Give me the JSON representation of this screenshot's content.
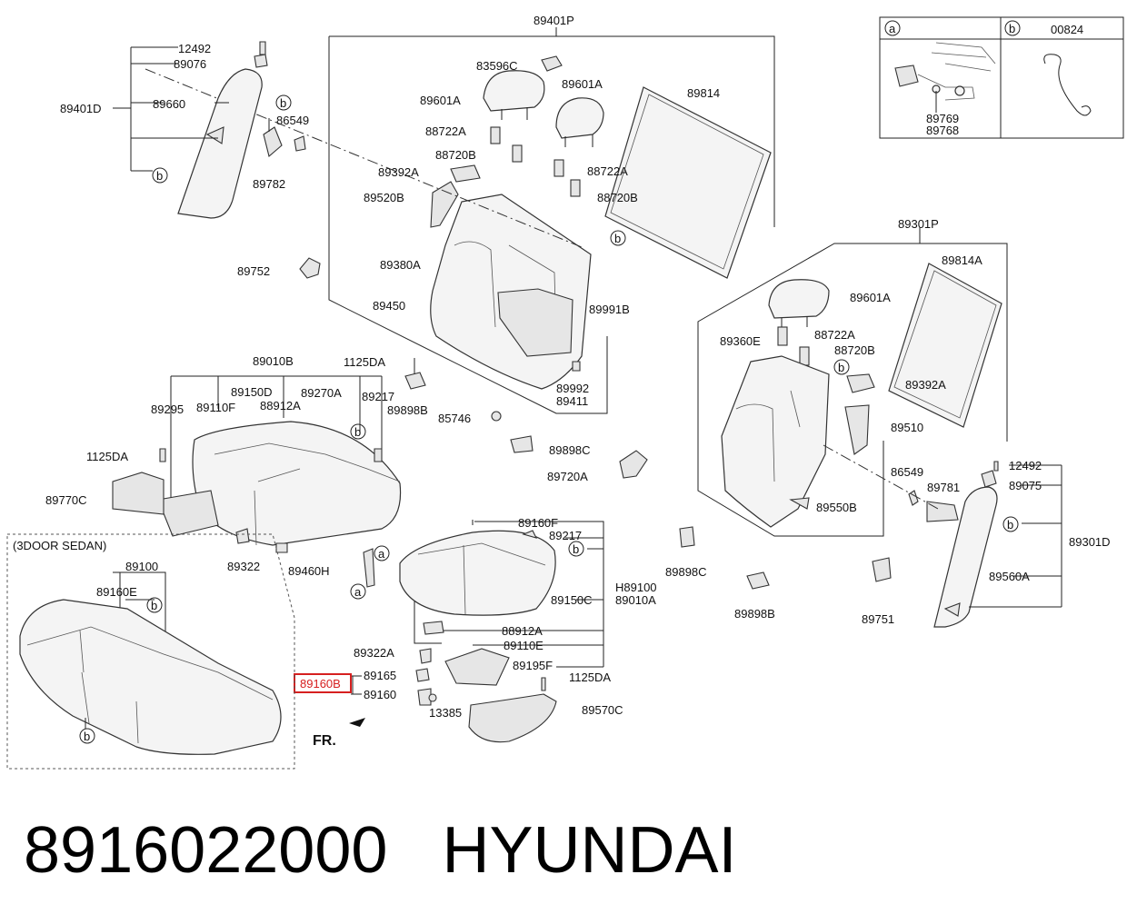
{
  "title": "8916022000   HYUNDAI",
  "highlight_color": "#d62020",
  "labels": {
    "89401P": "89401P",
    "89401D": "89401D",
    "12492_l": "12492",
    "89076": "89076",
    "89660": "89660",
    "86549_l": "86549",
    "89782": "89782",
    "89752": "89752",
    "83596C": "83596C",
    "89601A_1": "89601A",
    "89601A_2": "89601A",
    "89601A_3": "89601A",
    "89814": "89814",
    "88722A_1": "88722A",
    "88720B_1": "88720B",
    "88722A_2": "88722A",
    "88720B_2": "88720B",
    "89392A_1": "89392A",
    "89520B": "89520B",
    "89380A": "89380A",
    "89450": "89450",
    "89991B": "89991B",
    "89992": "89992",
    "89411": "89411",
    "85746": "85746",
    "89010B": "89010B",
    "1125DA_1": "1125DA",
    "89295": "89295",
    "89110F": "89110F",
    "89150D": "89150D",
    "88912A_1": "88912A",
    "89270A": "89270A",
    "89217_1": "89217",
    "89898B_1": "89898B",
    "1125DA_2": "1125DA",
    "89770C": "89770C",
    "89322_1": "89322",
    "89460H": "89460H",
    "89898C_1": "89898C",
    "89720A": "89720A",
    "89301P": "89301P",
    "89814A": "89814A",
    "89360E": "89360E",
    "88722A_3": "88722A",
    "88720B_3": "88720B",
    "89392A_2": "89392A",
    "89510": "89510",
    "89550B": "89550B",
    "86549_r": "86549",
    "89781": "89781",
    "12492_r": "12492",
    "89075": "89075",
    "89301D": "89301D",
    "89560A": "89560A",
    "89751": "89751",
    "89898C_2": "89898C",
    "89898B_2": "89898B",
    "89160F": "89160F",
    "89217_2": "89217",
    "H89100": "H89100",
    "89010A": "89010A",
    "89150C": "89150C",
    "88912A_2": "88912A",
    "89110E": "89110E",
    "89322A": "89322A",
    "89195F": "89195F",
    "89165": "89165",
    "89160B": "89160B",
    "89160": "89160",
    "13385": "13385",
    "1125DA_3": "1125DA",
    "89570C": "89570C",
    "3DOOR": "(3DOOR SEDAN)",
    "89100": "89100",
    "89160E": "89160E",
    "FR": "FR.",
    "00824": "00824",
    "89769": "89769",
    "89768": "89768"
  },
  "callouts": {
    "a": "a",
    "b": "b"
  }
}
